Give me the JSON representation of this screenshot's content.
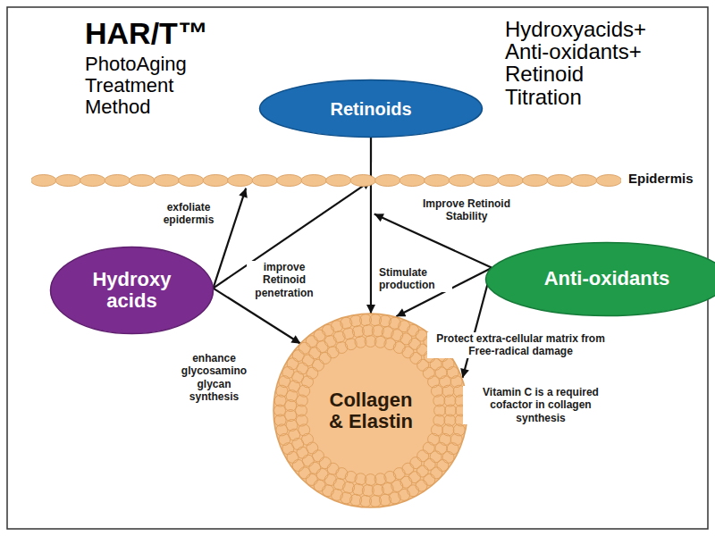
{
  "diagram": {
    "title": "HAR/T™",
    "nodes": [
      {
        "text": [
          "Retinoids"
        ]
      },
      {
        "text": [
          "Epidermis"
        ]
      },
      {
        "text": [
          "Hydroxy acids"
        ]
      },
      {
        "text": [
          "Anti-oxidants"
        ]
      },
      {
        "text": [
          "Collagen & Elastin"
        ]
      }
    ],
    "edges": [
      {
        "from": 0,
        "to": 4,
        "label": "Stimulate production",
        "arrow": "to"
      },
      {
        "from": 2,
        "to": 1,
        "label": "exfoliate epidermis",
        "arrow": "to"
      },
      {
        "from": 2,
        "to": 0,
        "label": "improve Retinoid penetration",
        "arrow": "to"
      },
      {
        "from": 2,
        "to": 4,
        "label": "enhance glycosamino glycan synthesis",
        "arrow": "to"
      },
      {
        "from": 3,
        "to": 0,
        "label": "Improve Retinoid Stability",
        "arrow": "to"
      },
      {
        "from": 3,
        "to": 4,
        "label": "Protect extra-cellular matrix from Free-radical damage",
        "arrow": "to"
      },
      {
        "from": 3,
        "to": 4,
        "label": "Vitamin C is a required cofactor in collagen synthesis",
        "arrow": "to"
      }
    ],
    "labels": [
      "PhotoAging Treatment Method",
      "Hydroxyacids+ Anti-oxidants+ Retinoid Titration"
    ]
  }
}
